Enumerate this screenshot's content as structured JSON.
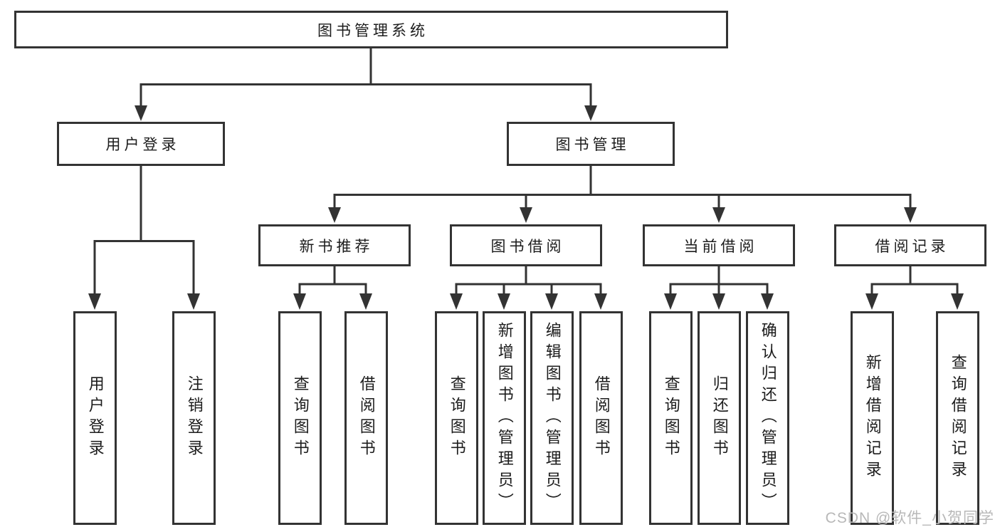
{
  "diagram": {
    "tree": {
      "label": "图书管理系统",
      "children": [
        {
          "label": "用户登录",
          "children": [
            {
              "label": "用户登录"
            },
            {
              "label": "注销登录"
            }
          ]
        },
        {
          "label": "图书管理",
          "children": [
            {
              "label": "新书推荐",
              "children": [
                {
                  "label": "查询图书"
                },
                {
                  "label": "借阅图书"
                }
              ]
            },
            {
              "label": "图书借阅",
              "children": [
                {
                  "label": "查询图书"
                },
                {
                  "label": "新增图书（管理员）"
                },
                {
                  "label": "编辑图书（管理员）"
                },
                {
                  "label": "借阅图书"
                }
              ]
            },
            {
              "label": "当前借阅",
              "children": [
                {
                  "label": "查询图书"
                },
                {
                  "label": "归还图书"
                },
                {
                  "label": "确认归还（管理员）"
                }
              ]
            },
            {
              "label": "借阅记录",
              "children": [
                {
                  "label": "新增借阅记录"
                },
                {
                  "label": "查询借阅记录"
                }
              ]
            }
          ]
        }
      ]
    },
    "colors": {
      "line": "#333333",
      "text": "#1c1c1c",
      "background": "#ffffff"
    }
  },
  "watermark": {
    "text": "CSDN @软件_小贺同学",
    "color": "#b8b8b8"
  }
}
